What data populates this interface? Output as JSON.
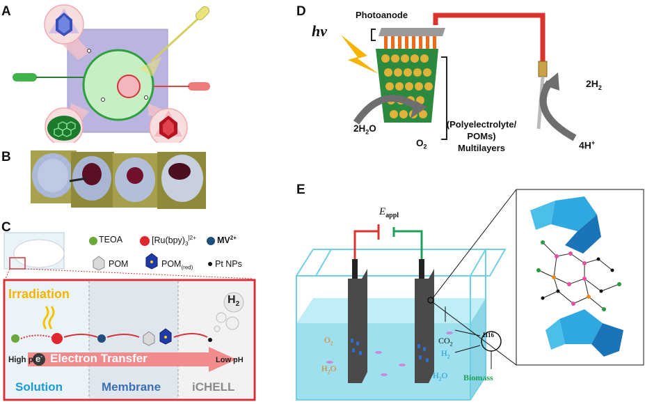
{
  "panels": {
    "a": {
      "label": "A"
    },
    "b": {
      "label": "B"
    },
    "c": {
      "label": "C",
      "legend": {
        "teoa": "TEOA",
        "ru_main": "[Ru(bpy)",
        "ru_sub": "3",
        "ru_sup": "]2+",
        "mv_main": "MV",
        "mv_sup": "2+",
        "pom": "POM",
        "pomred_main": "POM",
        "pomred_sub": "(red)",
        "ptnps": "Pt NPs"
      },
      "irradiation": "Irradiation",
      "h2": "H",
      "h2_sub": "2",
      "high_ph": "High pH",
      "low_ph": "Low pH",
      "electron": "e",
      "electron_sup": "-",
      "electron_transfer": "Electron Transfer",
      "regions": [
        "Solution",
        "Membrane",
        "iCHELL"
      ]
    },
    "d": {
      "label": "D",
      "hv": "hv",
      "photoanode": "Photoanode",
      "water": "2H",
      "water_sub": "2",
      "water_end": "O",
      "o2": "O",
      "o2_sub": "2",
      "multilayers": [
        "(Polyelectrolyte/",
        "POMs)",
        "Multilayers"
      ],
      "h2": "2H",
      "h2_sub": "2",
      "protons": "4H",
      "protons_sup": "+"
    },
    "e": {
      "label": "E",
      "eappl": "E",
      "eappl_sub": "appl",
      "o2": "O",
      "o2_sub": "2",
      "h2o_left": "H",
      "h2o_left_sub": "2",
      "h2o_left_end": "O",
      "co2": "CO",
      "co2_sub": "2",
      "h2": "H",
      "h2_sub": "2",
      "h2o_right": "H",
      "h2o_right_sub": "2",
      "h2o_right_end": "O",
      "h16": "H16",
      "biomass": "Biomass"
    }
  },
  "colors": {
    "purple_square": "#b9b5e0",
    "green_disc": "#c8eec4",
    "green_ring": "#2e9e3e",
    "pink": "#f4b6bd",
    "red_rod": "#e0383a",
    "yellow_rod": "#e8e37a",
    "panel_c_border": "#d4333a",
    "arrow_pink": "#f28b8b",
    "cyan_text": "#1a9ad6",
    "membrane_text": "#3b6fb5",
    "gray_text": "#8a8a8a",
    "tank": "#6fcfe6",
    "water": "#9fe0ee",
    "wire_red": "#d9332f",
    "wire_green": "#1fa05a",
    "pom_blue": "#2fa8e0",
    "bolt_yellow": "#f6b400"
  }
}
